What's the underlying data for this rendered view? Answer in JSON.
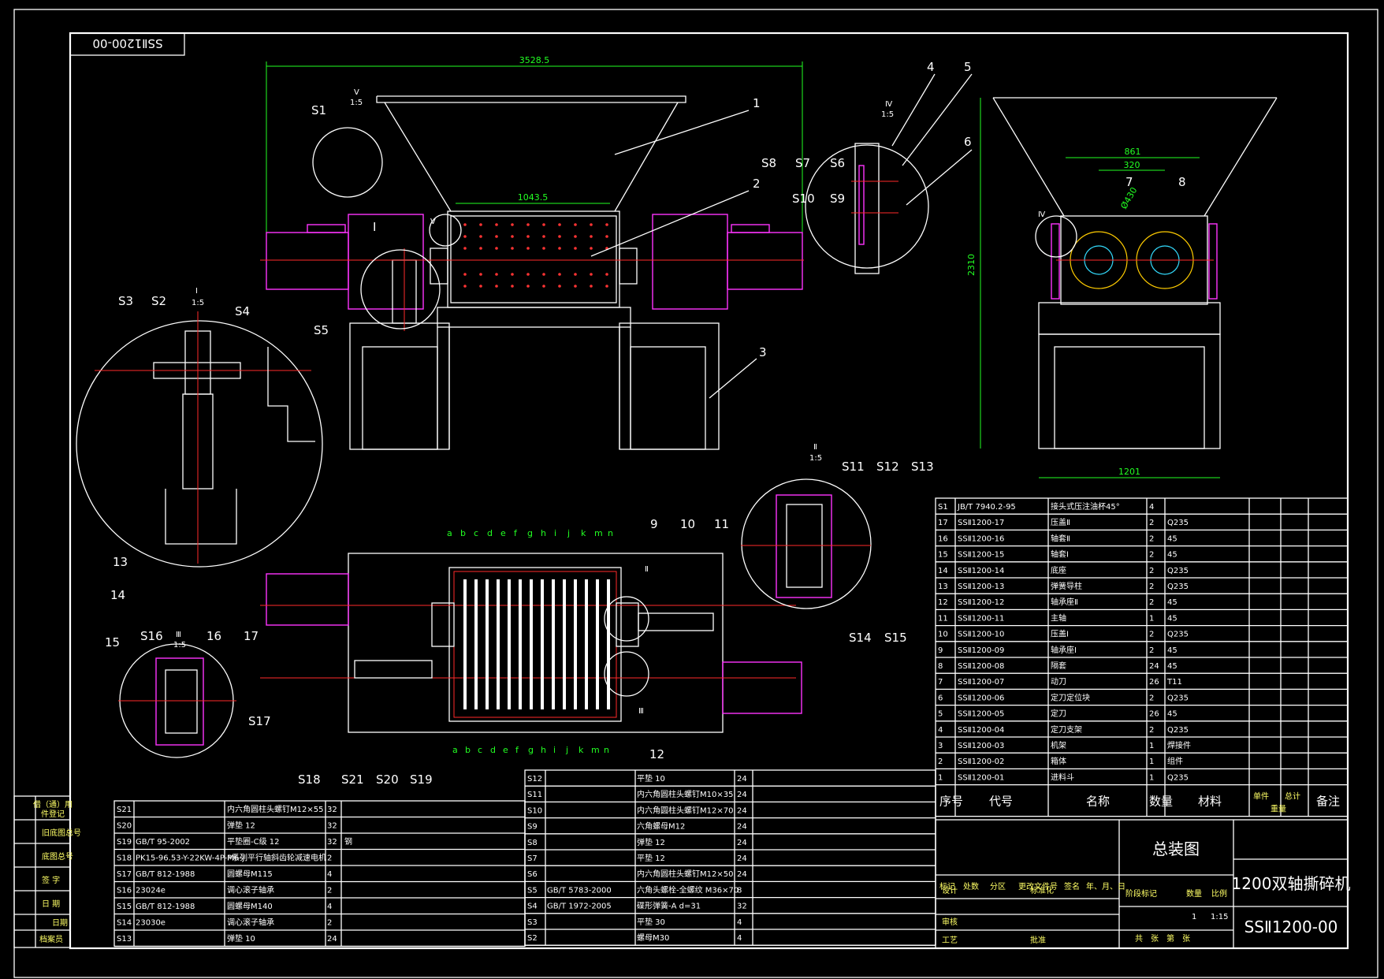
{
  "drawing_no_rotated": "SSⅡ1200-00",
  "dims": {
    "overall_length": "3528.5",
    "chamber_length": "1043.5",
    "width_861": "861",
    "center_320": "320",
    "dia_430": "Ø430",
    "height_2310": "2310",
    "width_1201": "1201"
  },
  "detail_views": {
    "v": {
      "mark": "V",
      "scale": "1:5"
    },
    "iv": {
      "mark": "Ⅳ",
      "scale": "1:5"
    },
    "i": {
      "mark": "I",
      "scale": "1:5"
    },
    "ii": {
      "mark": "Ⅱ",
      "scale": "1:5"
    },
    "iii": {
      "mark": "Ⅲ",
      "scale": "1:5"
    }
  },
  "callouts": {
    "n1": "1",
    "n2": "2",
    "n3": "3",
    "n4": "4",
    "n5": "5",
    "n6": "6",
    "n7": "7",
    "n8": "8",
    "n9": "9",
    "n10": "10",
    "n11": "11",
    "n12": "12",
    "n13": "13",
    "n14": "14",
    "n15": "15",
    "n16": "16",
    "n17": "17",
    "s1": "S1",
    "s2": "S2",
    "s3": "S3",
    "s4": "S4",
    "s5": "S5",
    "s6": "S6",
    "s7": "S7",
    "s8": "S8",
    "s9": "S9",
    "s10": "S10",
    "s11": "S11",
    "s12": "S12",
    "s13": "S13",
    "s14": "S14",
    "s15": "S15",
    "s16": "S16",
    "s17": "S17",
    "s18": "S18",
    "s19": "S19",
    "s20": "S20",
    "s21": "S21",
    "view_i": "I",
    "view_ii": "Ⅱ",
    "view_iii": "Ⅲ",
    "view_iv": "Ⅳ",
    "view_v": "V"
  },
  "blade_letters": [
    "a",
    "b",
    "c",
    "d",
    "e",
    "f",
    "g",
    "h",
    "i",
    "j",
    "k",
    "m",
    "n"
  ],
  "parts_table": {
    "rows": [
      {
        "no": "S1",
        "code": "JB/T 7940.2-95",
        "name": "接头式压注油杯45°",
        "qty": "4",
        "material": ""
      },
      {
        "no": "17",
        "code": "SSⅡ1200-17",
        "name": "压盖Ⅱ",
        "qty": "2",
        "material": "Q235"
      },
      {
        "no": "16",
        "code": "SSⅡ1200-16",
        "name": "轴套Ⅱ",
        "qty": "2",
        "material": "45"
      },
      {
        "no": "15",
        "code": "SSⅡ1200-15",
        "name": "轴套Ⅰ",
        "qty": "2",
        "material": "45"
      },
      {
        "no": "14",
        "code": "SSⅡ1200-14",
        "name": "底座",
        "qty": "2",
        "material": "Q235"
      },
      {
        "no": "13",
        "code": "SSⅡ1200-13",
        "name": "弹簧导柱",
        "qty": "2",
        "material": "Q235"
      },
      {
        "no": "12",
        "code": "SSⅡ1200-12",
        "name": "轴承座Ⅱ",
        "qty": "2",
        "material": "45"
      },
      {
        "no": "11",
        "code": "SSⅡ1200-11",
        "name": "主轴",
        "qty": "1",
        "material": "45"
      },
      {
        "no": "10",
        "code": "SSⅡ1200-10",
        "name": "压盖Ⅰ",
        "qty": "2",
        "material": "Q235"
      },
      {
        "no": "9",
        "code": "SSⅡ1200-09",
        "name": "轴承座Ⅰ",
        "qty": "2",
        "material": "45"
      },
      {
        "no": "8",
        "code": "SSⅡ1200-08",
        "name": "隔套",
        "qty": "24",
        "material": "45"
      },
      {
        "no": "7",
        "code": "SSⅡ1200-07",
        "name": "动刀",
        "qty": "26",
        "material": "T11"
      },
      {
        "no": "6",
        "code": "SSⅡ1200-06",
        "name": "定刀定位块",
        "qty": "2",
        "material": "Q235"
      },
      {
        "no": "5",
        "code": "SSⅡ1200-05",
        "name": "定刀",
        "qty": "26",
        "material": "45"
      },
      {
        "no": "4",
        "code": "SSⅡ1200-04",
        "name": "定刀支架",
        "qty": "2",
        "material": "Q235"
      },
      {
        "no": "3",
        "code": "SSⅡ1200-03",
        "name": "机架",
        "qty": "1",
        "material": "焊接件"
      },
      {
        "no": "2",
        "code": "SSⅡ1200-02",
        "name": "箱体",
        "qty": "1",
        "material": "组件"
      },
      {
        "no": "1",
        "code": "SSⅡ1200-01",
        "name": "进料斗",
        "qty": "1",
        "material": "Q235"
      }
    ],
    "header": {
      "no": "序号",
      "code": "代号",
      "name": "名称",
      "qty": "数量",
      "material": "材料",
      "unit": "单件",
      "total": "总计",
      "weight": "重量",
      "remark": "备注"
    }
  },
  "std_parts_left": [
    {
      "no": "S21",
      "code": "",
      "name": "内六角圆柱头螺钉M12×55",
      "qty": "32",
      "material": ""
    },
    {
      "no": "S20",
      "code": "",
      "name": "弹垫 12",
      "qty": "32",
      "material": ""
    },
    {
      "no": "S19",
      "code": "GB/T 95-2002",
      "name": "平垫圈-C级 12",
      "qty": "32",
      "material": "钢"
    },
    {
      "no": "S18",
      "code": "PK15-96.53-Y-22KW-4P-M6-J",
      "name": "P系列平行轴斜齿轮减速电机",
      "qty": "2",
      "material": ""
    },
    {
      "no": "S17",
      "code": "GB/T 812-1988",
      "name": "圆螺母M115",
      "qty": "4",
      "material": ""
    },
    {
      "no": "S16",
      "code": "23024e",
      "name": "调心滚子轴承",
      "qty": "2",
      "material": ""
    },
    {
      "no": "S15",
      "code": "GB/T 812-1988",
      "name": "圆螺母M140",
      "qty": "4",
      "material": ""
    },
    {
      "no": "S14",
      "code": "23030e",
      "name": "调心滚子轴承",
      "qty": "2",
      "material": ""
    },
    {
      "no": "S13",
      "code": "",
      "name": "弹垫 10",
      "qty": "24",
      "material": ""
    }
  ],
  "std_parts_mid": [
    {
      "no": "S12",
      "code": "",
      "name": "平垫 10",
      "qty": "24"
    },
    {
      "no": "S11",
      "code": "",
      "name": "内六角圆柱头螺钉M10×35",
      "qty": "24"
    },
    {
      "no": "S10",
      "code": "",
      "name": "内六角圆柱头螺钉M12×70",
      "qty": "24"
    },
    {
      "no": "S9",
      "code": "",
      "name": "六角螺母M12",
      "qty": "24"
    },
    {
      "no": "S8",
      "code": "",
      "name": "弹垫 12",
      "qty": "24"
    },
    {
      "no": "S7",
      "code": "",
      "name": "平垫 12",
      "qty": "24"
    },
    {
      "no": "S6",
      "code": "",
      "name": "内六角圆柱头螺钉M12×50",
      "qty": "24"
    },
    {
      "no": "S5",
      "code": "GB/T 5783-2000",
      "name": "六角头螺栓-全螺纹 M36×70",
      "qty": "8"
    },
    {
      "no": "S4",
      "code": "GB/T 1972-2005",
      "name": "碟形弹簧-A d=31",
      "qty": "32"
    },
    {
      "no": "S3",
      "code": "",
      "name": "平垫 30",
      "qty": "4"
    },
    {
      "no": "S2",
      "code": "",
      "name": "螺母M30",
      "qty": "4"
    }
  ],
  "side_block": [
    "借（通）用",
    "件登记",
    "旧底图总号",
    "底图总号",
    "签  字",
    "日  期",
    "档案员",
    "日期"
  ],
  "title_block": {
    "drawing_type": "总装图",
    "product_name": "1200双轴撕碎机",
    "drawing_no": "SSⅡ1200-00",
    "scale": "1:15",
    "qty": "1",
    "stage_label": "阶段标记",
    "weight_label": "数量",
    "scale_label": "比例",
    "sheets_label": "共　张　第　张",
    "sign_rows": [
      "标记",
      "处数",
      "分区",
      "更改文件号",
      "签名",
      "年、月、日"
    ],
    "roles": [
      "设计",
      "标准化",
      "审核",
      "工艺",
      "批准"
    ]
  }
}
